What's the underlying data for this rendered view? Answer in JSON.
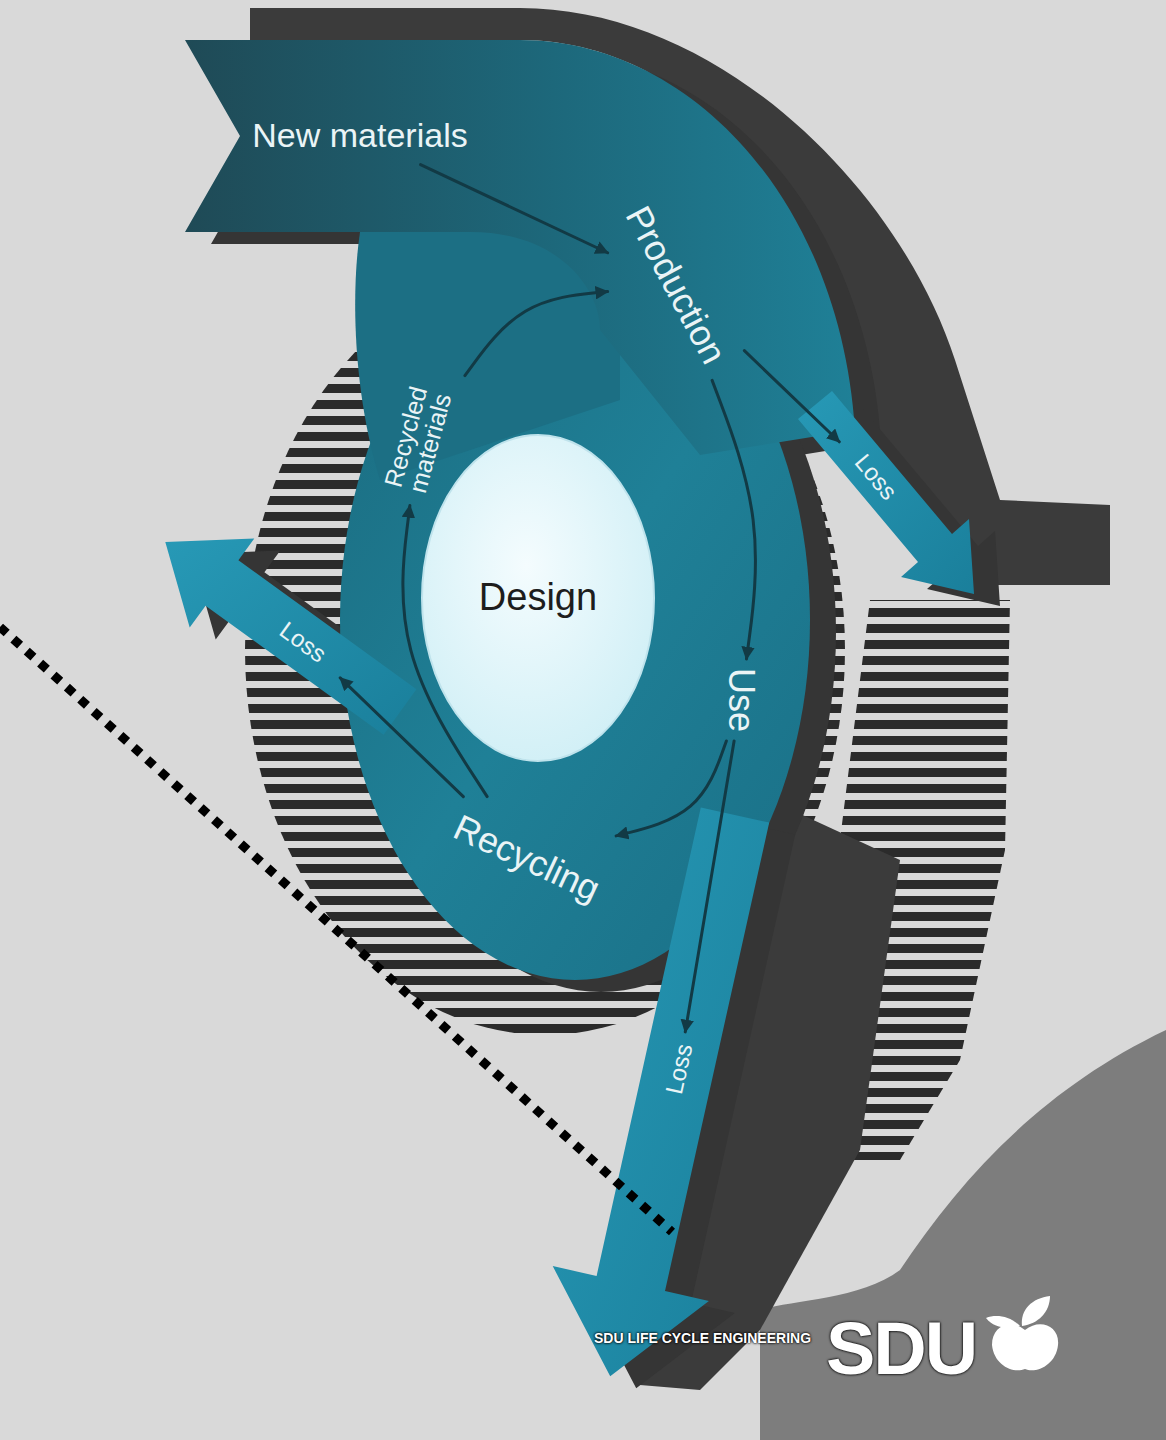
{
  "diagram": {
    "nodes": [
      {
        "text": [
          "New materials"
        ]
      },
      {
        "text": [
          "Production"
        ]
      },
      {
        "text": [
          "Recycled materials"
        ]
      },
      {
        "text": [
          "Loss"
        ]
      },
      {
        "text": [
          "Design"
        ]
      },
      {
        "text": [
          "Loss"
        ]
      },
      {
        "text": [
          "Use"
        ]
      },
      {
        "text": [
          "Recycling"
        ]
      },
      {
        "text": [
          "Loss"
        ]
      }
    ],
    "edges": [
      {
        "from": 0,
        "to": 1,
        "arrow": "to"
      },
      {
        "from": 1,
        "to": 6,
        "arrow": "to"
      },
      {
        "from": 6,
        "to": 7,
        "arrow": "to"
      },
      {
        "from": 7,
        "to": 2,
        "arrow": "to"
      },
      {
        "from": 2,
        "to": 1,
        "arrow": "to"
      },
      {
        "from": 1,
        "to": 3,
        "arrow": "to"
      },
      {
        "from": 6,
        "to": 8,
        "arrow": "to"
      },
      {
        "from": 7,
        "to": 5,
        "arrow": "to"
      }
    ],
    "labels": [
      "SDU LIFE CYCLE ENGINEERING",
      "SDU"
    ]
  }
}
